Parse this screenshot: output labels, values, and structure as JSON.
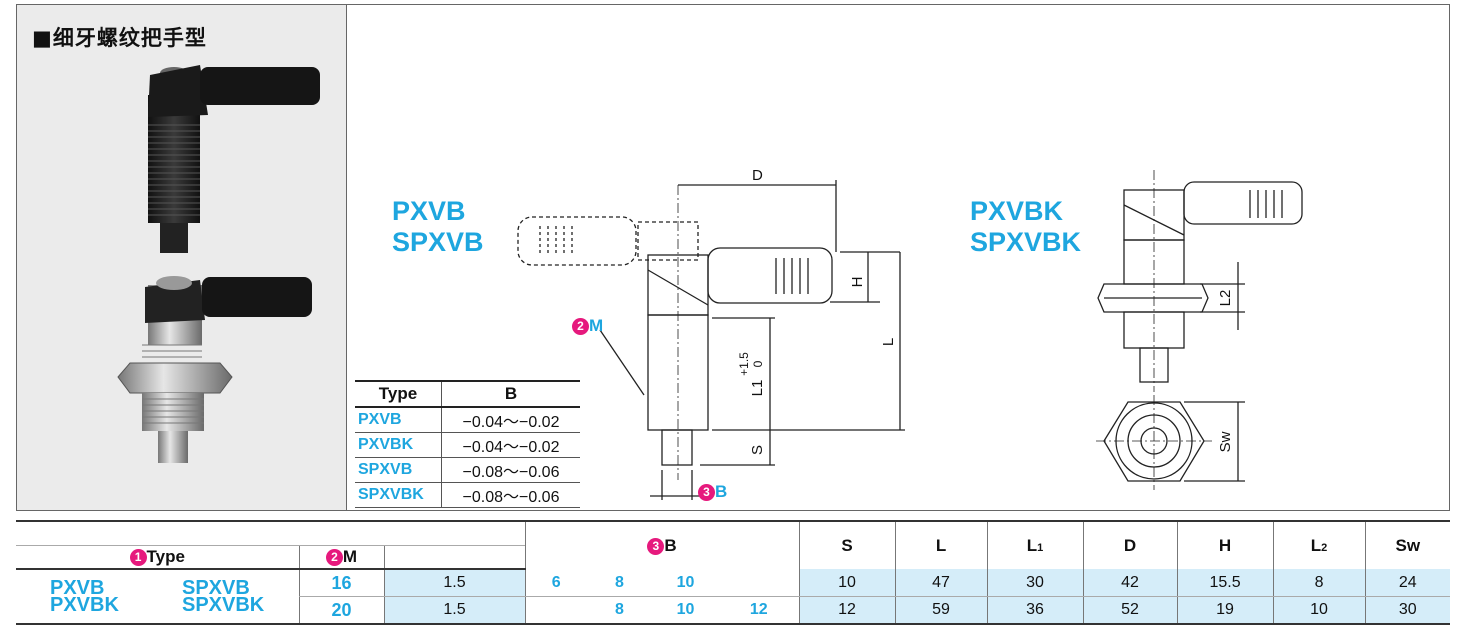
{
  "section_title": "■细牙螺纹把手型",
  "model_labels": {
    "left": [
      "PXVB",
      "SPXVB"
    ],
    "right": [
      "PXVBK",
      "SPXVBK"
    ]
  },
  "drawing_labels": {
    "D": "D",
    "H": "H",
    "L": "L",
    "L1": "L1",
    "L1_tol_upper": "+1.5",
    "L1_tol_lower": "0",
    "S": "S",
    "L2": "L2",
    "Sw": "Sw"
  },
  "callouts": {
    "M": {
      "num": "2",
      "label": "M"
    },
    "B": {
      "num": "3",
      "label": "B"
    }
  },
  "tolerance_table": {
    "headers": [
      "Type",
      "B"
    ],
    "rows": [
      {
        "type": "PXVB",
        "value": "−0.04〜−0.02"
      },
      {
        "type": "PXVBK",
        "value": "−0.04〜−0.02"
      },
      {
        "type": "SPXVB",
        "value": "−0.08〜−0.06"
      },
      {
        "type": "SPXVBK",
        "value": "−0.08〜−0.06"
      }
    ]
  },
  "spec_table": {
    "headers": {
      "type": {
        "num": "1",
        "label": "Type"
      },
      "M": {
        "num": "2",
        "label": "M"
      },
      "B": {
        "num": "3",
        "label": "B"
      },
      "S": "S",
      "L": "L",
      "L1": "L1",
      "D": "D",
      "H": "H",
      "L2": "L2",
      "Sw": "Sw"
    },
    "types": {
      "col1": [
        "PXVB",
        "PXVBK"
      ],
      "col2": [
        "SPXVB",
        "SPXVBK"
      ]
    },
    "rows": [
      {
        "M": "16",
        "pitch": "1.5",
        "B": [
          "6",
          "8",
          "10",
          ""
        ],
        "S": "10",
        "L": "47",
        "L1": "30",
        "D": "42",
        "H": "15.5",
        "L2": "8",
        "Sw": "24"
      },
      {
        "M": "20",
        "pitch": "1.5",
        "B": [
          "",
          "8",
          "10",
          "12"
        ],
        "S": "12",
        "L": "59",
        "L1": "36",
        "D": "52",
        "H": "19",
        "L2": "10",
        "Sw": "30"
      }
    ]
  }
}
